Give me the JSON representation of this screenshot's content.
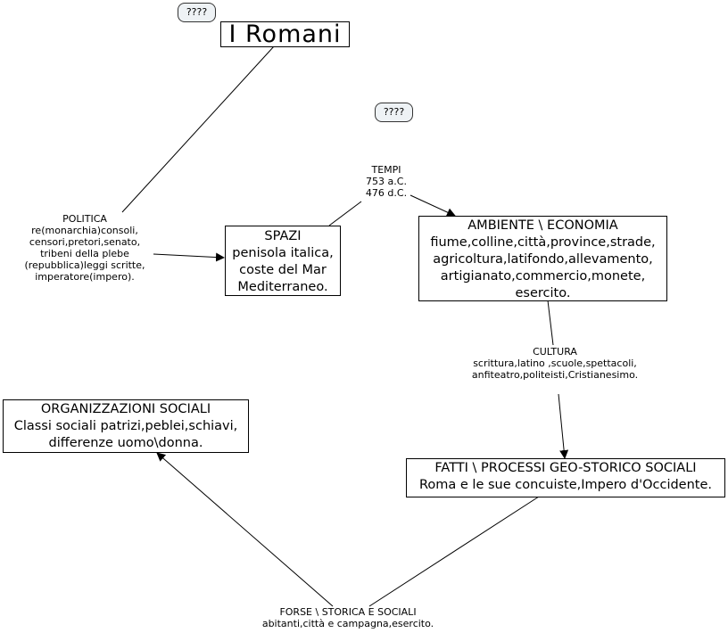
{
  "diagram": {
    "title": "I  Romani",
    "badges": [
      {
        "label": "????"
      },
      {
        "label": "????"
      }
    ],
    "nodes": {
      "politica": {
        "lines": [
          "POLITICA",
          "re(monarchia)consoli,",
          "censori,pretori,senato,",
          "tribeni della plebe",
          "(repubblica)leggi scritte,",
          "imperatore(impero)."
        ]
      },
      "tempi": {
        "lines": [
          "TEMPI",
          "753 a.C.",
          "476 d.C."
        ]
      },
      "spazi": {
        "lines": [
          "SPAZI",
          "penisola italica,",
          "coste del Mar",
          "Mediterraneo."
        ]
      },
      "ambiente": {
        "lines": [
          "AMBIENTE \\ ECONOMIA",
          "fiume,colline,città,province,strade,",
          "agricoltura,latifondo,allevamento,",
          "artigianato,commercio,monete,",
          "esercito."
        ]
      },
      "cultura": {
        "lines": [
          "CULTURA",
          "scrittura,latino ,scuole,spettacoli,",
          "anfiteatro,politeisti,Cristianesimo."
        ]
      },
      "organizzazioni": {
        "lines": [
          "ORGANIZZAZIONI SOCIALI",
          "Classi sociali patrizi,peblei,schiavi,",
          "differenze uomo\\donna."
        ]
      },
      "fatti": {
        "lines": [
          "FATTI \\ PROCESSI GEO-STORICO SOCIALI",
          "Roma e le sue concuiste,Impero d'Occidente."
        ]
      },
      "forse": {
        "lines": [
          "FORSE \\ STORICA E SOCIALI",
          "abitanti,città e campagna,esercito."
        ]
      }
    },
    "links": [
      {
        "from": "title",
        "to": "politica",
        "arrow": false
      },
      {
        "from": "politica",
        "to": "spazi",
        "arrow": true
      },
      {
        "from": "spazi",
        "to": "tempi",
        "arrow": false
      },
      {
        "from": "tempi",
        "to": "ambiente",
        "arrow": true
      },
      {
        "from": "ambiente",
        "to": "cultura",
        "arrow": false
      },
      {
        "from": "cultura",
        "to": "fatti",
        "arrow": true
      },
      {
        "from": "fatti",
        "to": "forse",
        "arrow": false
      },
      {
        "from": "forse",
        "to": "organizzazioni",
        "arrow": true
      }
    ]
  }
}
